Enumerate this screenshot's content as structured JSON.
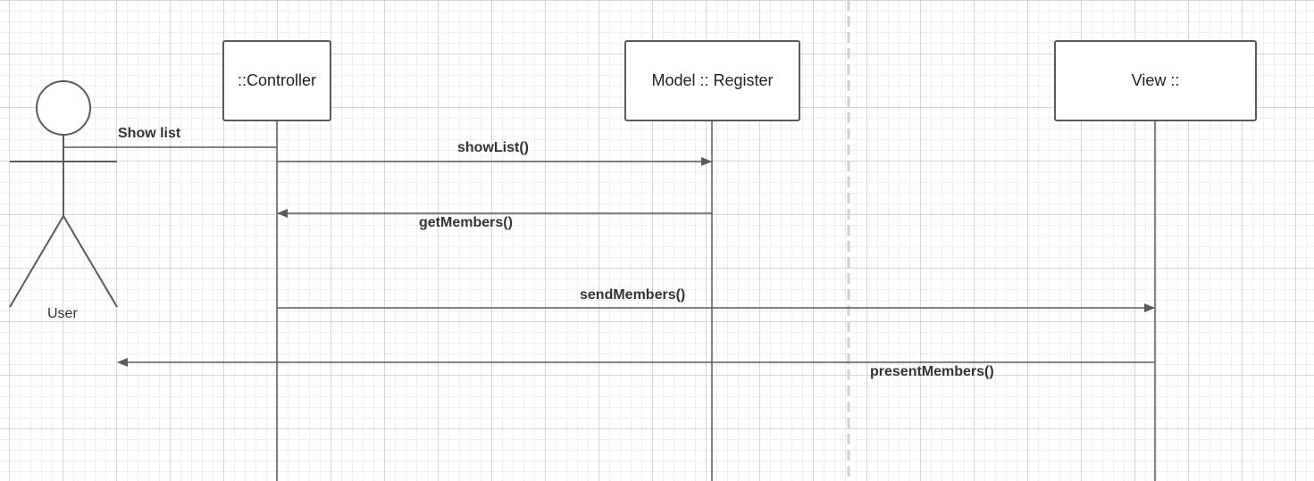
{
  "actor": {
    "label": "User"
  },
  "lifelines": [
    {
      "id": "controller",
      "label": "::Controller"
    },
    {
      "id": "register",
      "label": "Model :: Register"
    },
    {
      "id": "view",
      "label": "View ::"
    }
  ],
  "messages": [
    {
      "id": "show-list",
      "label": "Show list",
      "from": "User",
      "to": "::Controller"
    },
    {
      "id": "show-list-call",
      "label": "showList()",
      "from": "::Controller",
      "to": "Model :: Register"
    },
    {
      "id": "get-members",
      "label": "getMembers()",
      "from": "Model :: Register",
      "to": "::Controller"
    },
    {
      "id": "send-members",
      "label": "sendMembers()",
      "from": "::Controller",
      "to": "View ::"
    },
    {
      "id": "present-members",
      "label": "presentMembers()",
      "from": "View ::",
      "to": "User"
    }
  ],
  "colors": {
    "line": "#5a5a5a",
    "dashed_divider": "#d0d0d0",
    "text": "#333333"
  }
}
